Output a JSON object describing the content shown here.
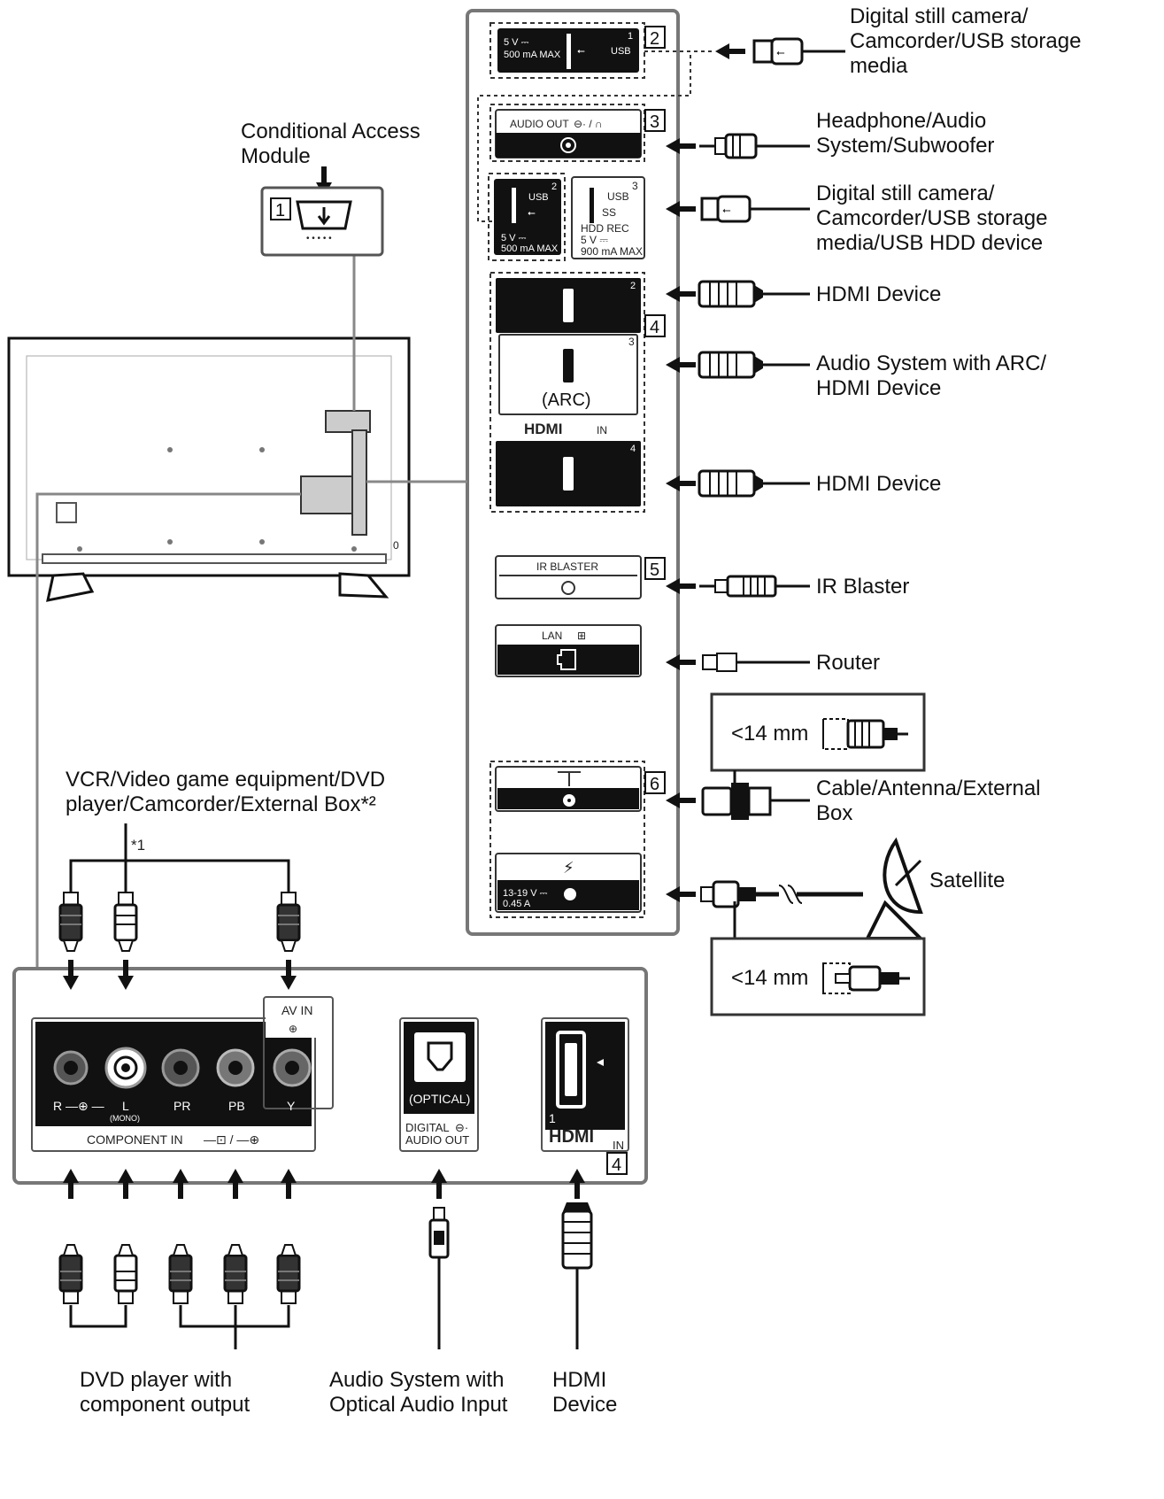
{
  "labels": {
    "usb1_device": [
      "Digital still camera/",
      "Camcorder/USB storage",
      "media"
    ],
    "cam_module": [
      "Conditional Access",
      "Module"
    ],
    "headphone": [
      "Headphone/Audio",
      "System/Subwoofer"
    ],
    "usb23_device": [
      "Digital still camera/",
      "Camcorder/USB storage",
      "media/USB HDD device"
    ],
    "hdmi2": "HDMI Device",
    "hdmi3": [
      "Audio System with ARC/",
      "HDMI Device"
    ],
    "hdmi4": "HDMI Device",
    "ir": "IR Blaster",
    "router": "Router",
    "cable": [
      "Cable/Antenna/External",
      "Box"
    ],
    "satellite": "Satellite",
    "vcr": [
      "VCR/Video game equipment/DVD",
      "player/Camcorder/External Box*²"
    ],
    "note1": "*1",
    "dvd": [
      "DVD player with",
      "component output"
    ],
    "optical_system": [
      "Audio System with",
      "Optical Audio Input"
    ],
    "hdmi_device_bottom": [
      "HDMI",
      "Device"
    ],
    "mm14_top": "<14 mm",
    "mm14_bottom": "<14 mm"
  },
  "numbers": {
    "n1": "1",
    "n2": "2",
    "n3": "3",
    "n4": "4",
    "n5": "5",
    "n6": "6",
    "n4b": "4"
  },
  "ports": {
    "usb1_rating": [
      "5 V ⎓",
      "500 mA MAX"
    ],
    "usb1_text": "USB",
    "usb1_index": "1",
    "audio_out": "AUDIO OUT",
    "usb2_text": "USB",
    "usb2_index": "2",
    "usb2_rating": [
      "5 V ⎓",
      "500 mA MAX"
    ],
    "usb3_text": "USB",
    "usb3_ss": "SS",
    "usb3_index": "3",
    "usb3_rec": "HDD REC",
    "usb3_rating": [
      "5 V ⎓",
      "900 mA MAX"
    ],
    "hdmi_idx2": "2",
    "hdmi_idx3": "3",
    "hdmi_idx4": "4",
    "arc": "(ARC)",
    "hdmi_in_logo": "HDMI",
    "hdmi_in_text": "IN",
    "ir_blaster": "IR BLASTER",
    "lan": "LAN",
    "sat_rating": [
      "13-19 V ⎓",
      "0.45 A"
    ],
    "av_in": "AV IN",
    "r": "R",
    "l": "L",
    "mono": "(MONO)",
    "pr": "PR",
    "pb": "PB",
    "y": "Y",
    "component_in": "COMPONENT IN",
    "optical": "(OPTICAL)",
    "digital_audio": [
      "DIGITAL",
      "AUDIO OUT"
    ],
    "hdmi1_idx": "1",
    "hdmi1_logo": "HDMI",
    "hdmi1_in": "IN",
    "tv_zero": "0"
  }
}
